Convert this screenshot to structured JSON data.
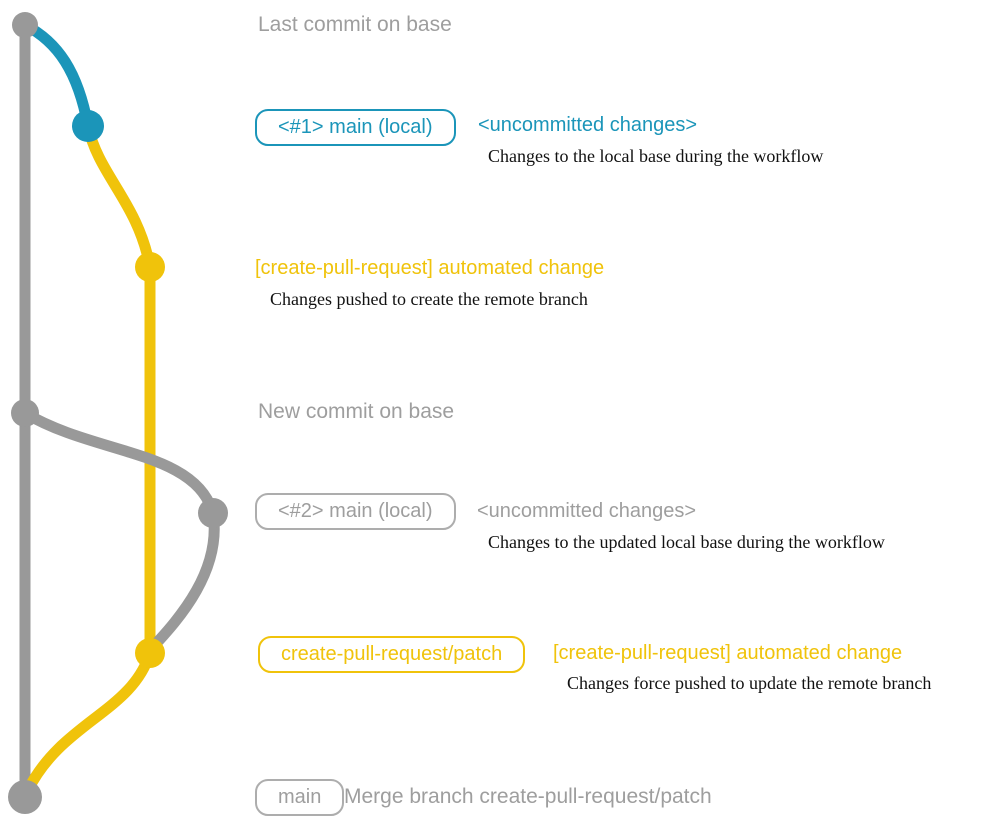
{
  "colors": {
    "gray_line": "#999999",
    "gray_text": "#9e9e9e",
    "gray_border": "#adadad",
    "teal": "#1b95b9",
    "yellow": "#f0c30b",
    "ink": "#111111",
    "background": "#ffffff"
  },
  "rows": {
    "last_commit": {
      "label": "Last commit on base"
    },
    "uncommitted_1": {
      "badge": "<#1> main (local)",
      "title": "<uncommitted changes>",
      "description": "Changes to the local base during the workflow"
    },
    "automated_1": {
      "title": "[create-pull-request] automated change",
      "description": "Changes pushed to create the remote branch"
    },
    "new_commit": {
      "label": "New commit on base"
    },
    "uncommitted_2": {
      "badge": "<#2> main (local)",
      "title": "<uncommitted changes>",
      "description": "Changes to the updated local base during the workflow"
    },
    "automated_2": {
      "badge": "create-pull-request/patch",
      "title": "[create-pull-request] automated change",
      "description": "Changes force pushed to update the remote branch"
    },
    "merge": {
      "badge": "main",
      "label": "Merge branch create-pull-request/patch"
    }
  },
  "graph": {
    "branches": [
      {
        "name": "base",
        "color": "gray"
      },
      {
        "name": "main (local)",
        "color": "teal"
      },
      {
        "name": "create-pull-request/patch",
        "color": "yellow"
      }
    ],
    "commits": [
      {
        "name": "last-commit-on-base",
        "branch": "base",
        "color": "gray"
      },
      {
        "name": "uncommitted-changes-1",
        "branch": "main (local)",
        "color": "teal"
      },
      {
        "name": "automated-change-1",
        "branch": "create-pull-request/patch",
        "color": "yellow"
      },
      {
        "name": "new-commit-on-base",
        "branch": "base",
        "color": "gray"
      },
      {
        "name": "uncommitted-changes-2",
        "branch": "main (local)",
        "color": "gray"
      },
      {
        "name": "automated-change-2-force-push",
        "branch": "create-pull-request/patch",
        "color": "yellow"
      },
      {
        "name": "merge-commit",
        "branch": "base",
        "color": "gray"
      }
    ]
  }
}
